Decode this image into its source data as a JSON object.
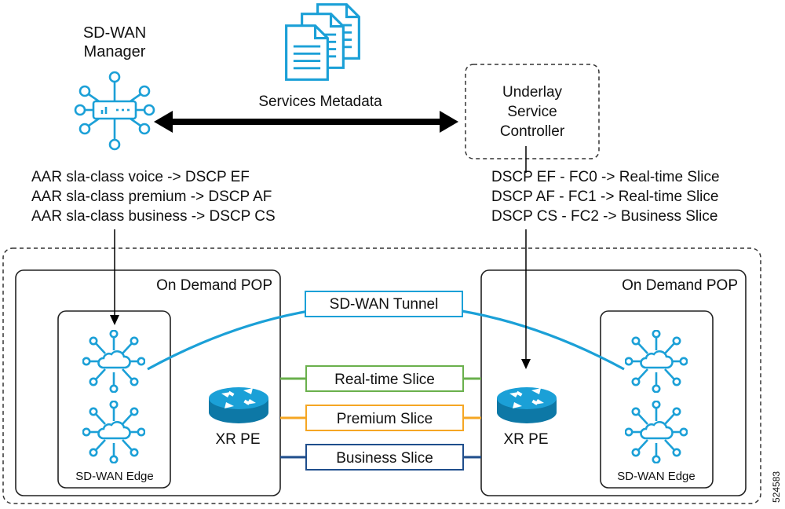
{
  "manager": {
    "title_line1": "SD-WAN",
    "title_line2": "Manager"
  },
  "metadata": {
    "label": "Services Metadata"
  },
  "controller": {
    "line1": "Underlay",
    "line2": "Service",
    "line3": "Controller"
  },
  "aar_rules": [
    "AAR sla-class voice -> DSCP EF",
    "AAR sla-class premium -> DSCP AF",
    "AAR sla-class business -> DSCP CS"
  ],
  "dscp_rules": [
    "DSCP EF - FC0 -> Real-time Slice",
    "DSCP AF - FC1 -> Real-time Slice",
    "DSCP CS - FC2 -> Business Slice"
  ],
  "pop_left": {
    "title": "On Demand POP",
    "edge_label": "SD-WAN Edge",
    "router_label": "XR PE"
  },
  "pop_right": {
    "title": "On Demand POP",
    "edge_label": "SD-WAN Edge",
    "router_label": "XR PE"
  },
  "tunnel": {
    "label": "SD-WAN Tunnel"
  },
  "slices": [
    {
      "label": "Real-time Slice",
      "color": "#6ab04c"
    },
    {
      "label": "Premium Slice",
      "color": "#f5a623"
    },
    {
      "label": "Business Slice",
      "color": "#1f4e8c"
    }
  ],
  "colors": {
    "accent": "#1ba0d7",
    "arrow": "#000000"
  },
  "figure_id": "524583"
}
